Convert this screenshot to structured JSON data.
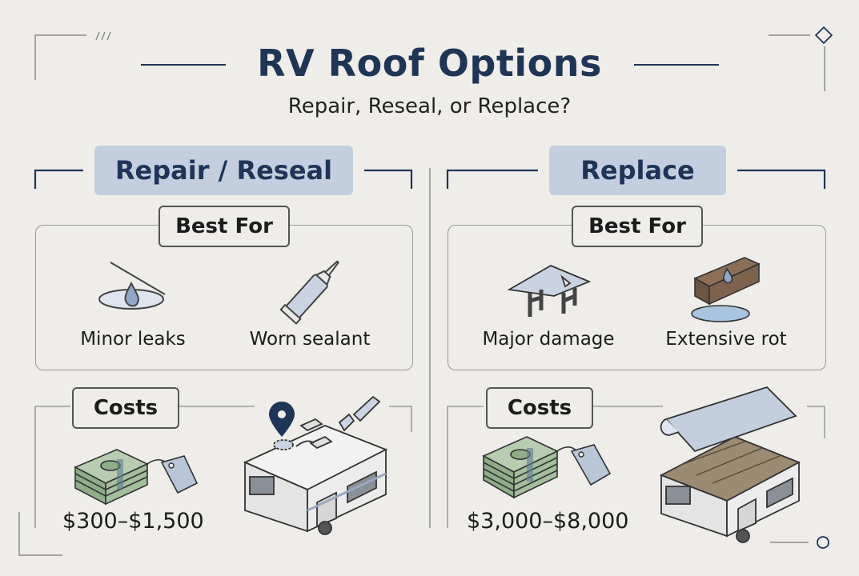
{
  "header": {
    "title": "RV Roof Options",
    "subtitle": "Repair, Reseal, or Replace?"
  },
  "left": {
    "heading": "Repair / Reseal",
    "best_for_label": "Best For",
    "items": [
      {
        "label": "Minor leaks",
        "icon": "leak-drop-icon"
      },
      {
        "label": "Worn sealant",
        "icon": "sealant-tube-icon"
      }
    ],
    "costs_label": "Costs",
    "price": "$300–$1,500"
  },
  "right": {
    "heading": "Replace",
    "best_for_label": "Best For",
    "items": [
      {
        "label": "Major damage",
        "icon": "broken-roof-icon"
      },
      {
        "label": "Extensive rot",
        "icon": "rotted-wood-icon"
      }
    ],
    "costs_label": "Costs",
    "price": "$3,000–$8,000"
  },
  "colors": {
    "title": "#1f3556",
    "heading_bg": "#c3cfdf",
    "background": "#efedea",
    "accent_blue": "#1f3556"
  }
}
